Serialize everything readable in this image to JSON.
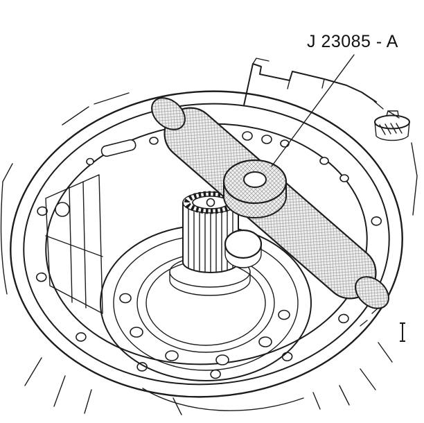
{
  "figure": {
    "type": "technical-line-drawing",
    "subject": "transaxle-case-with-alignment-tool",
    "background_color": "#ffffff",
    "line_color": "#1c1c1c",
    "tool_texture_fill": "#f0f0f0",
    "tool_texture_stroke": "#8f8f8f"
  },
  "callout": {
    "label": "J 23085 - A"
  }
}
